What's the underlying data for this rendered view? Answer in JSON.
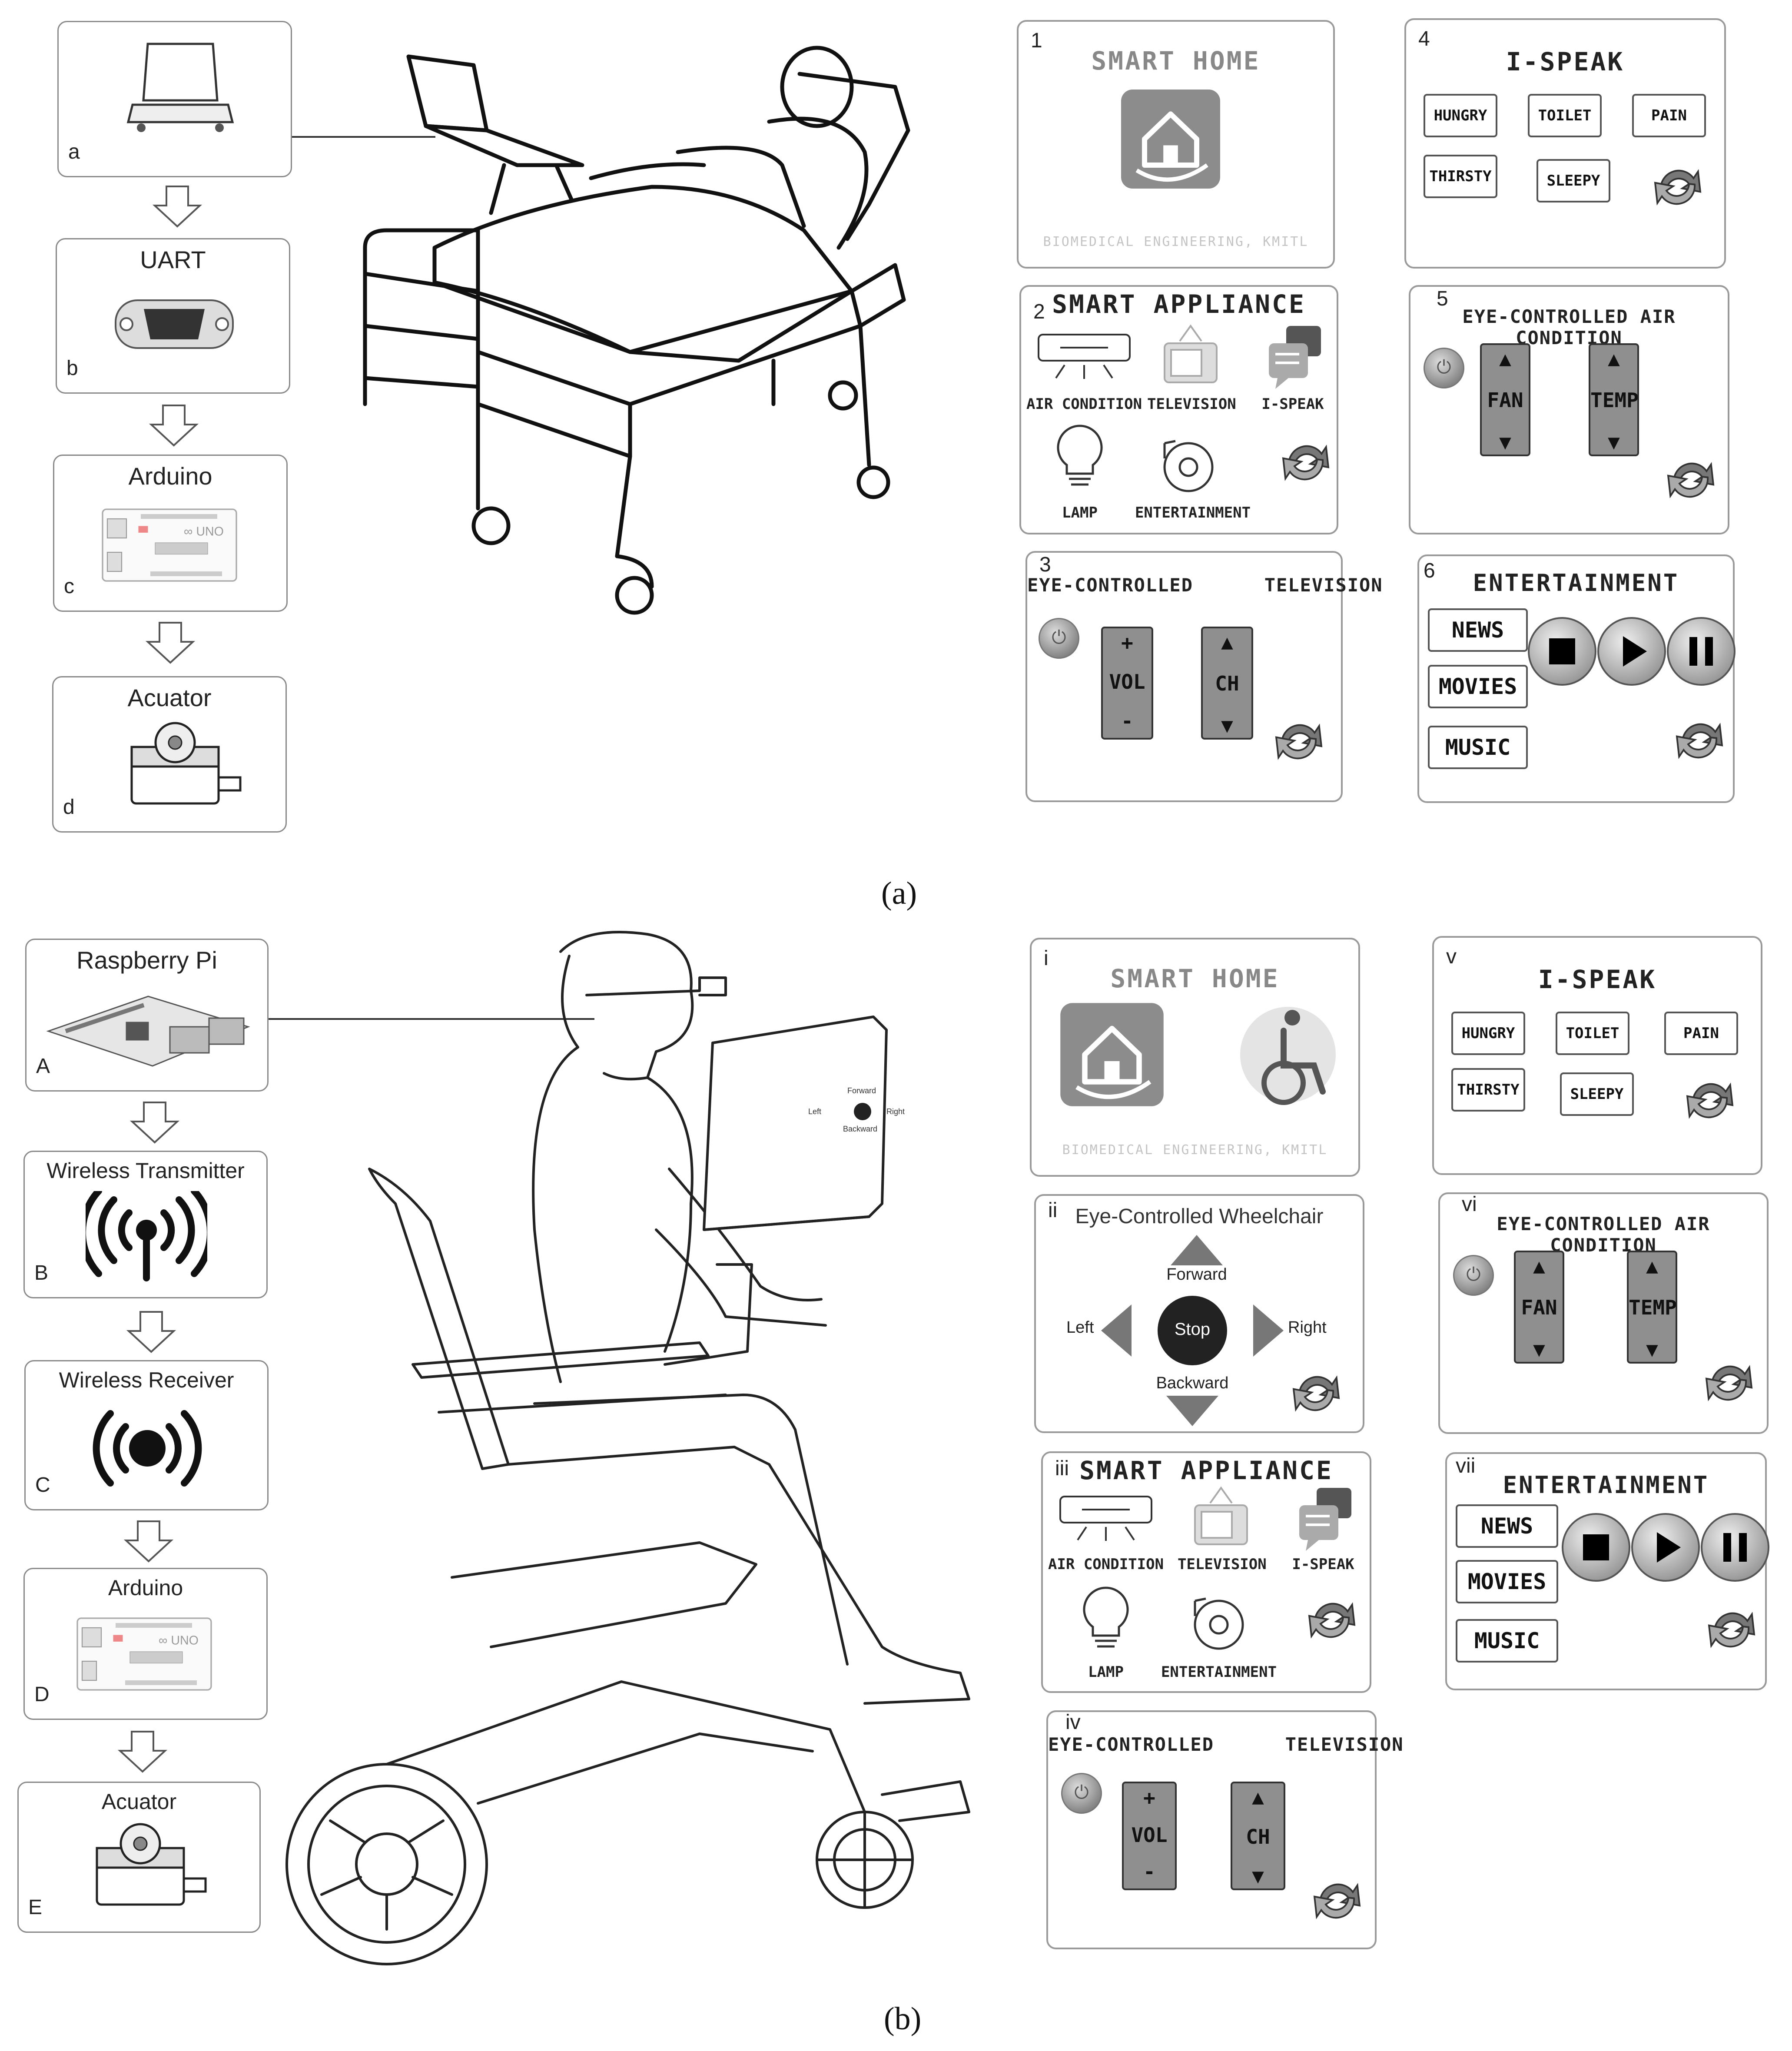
{
  "part_a": {
    "caption": "(a)",
    "flow": [
      {
        "title": "",
        "letter": "a",
        "icon": "laptop-icon"
      },
      {
        "title": "UART",
        "letter": "b",
        "icon": "serial-port-icon"
      },
      {
        "title": "Arduino",
        "letter": "c",
        "icon": "arduino-board-icon"
      },
      {
        "title": "Acuator",
        "letter": "d",
        "icon": "servo-icon"
      }
    ],
    "panels": {
      "p1": {
        "num": "1",
        "title": "SMART  HOME",
        "footer": "BIOMEDICAL  ENGINEERING,  KMITL"
      },
      "p2": {
        "num": "2",
        "title": "SMART  APPLIANCE",
        "items": [
          "AIR  CONDITION",
          "TELEVISION",
          "I-SPEAK",
          "LAMP",
          "ENTERTAINMENT"
        ]
      },
      "p3": {
        "num": "3",
        "title": "EYE-CONTROLLED      TELEVISION",
        "vol_plus": "+",
        "vol": "VOL",
        "vol_minus": "-",
        "ch": "CH"
      },
      "p4": {
        "num": "4",
        "title": "I-SPEAK",
        "buttons": [
          "HUNGRY",
          "TOILET",
          "PAIN",
          "THIRSTY",
          "SLEEPY"
        ]
      },
      "p5": {
        "num": "5",
        "title": "EYE-CONTROLLED AIR  CONDITION",
        "fan": "FAN",
        "temp": "TEMP"
      },
      "p6": {
        "num": "6",
        "title": "ENTERTAINMENT",
        "buttons": [
          "NEWS",
          "MOVIES",
          "MUSIC"
        ]
      }
    }
  },
  "part_b": {
    "caption": "(b)",
    "flow": [
      {
        "title": "Raspberry Pi",
        "letter": "A",
        "icon": "raspberry-pi-icon"
      },
      {
        "title": "Wireless Transmitter",
        "letter": "B",
        "icon": "wireless-transmitter-icon"
      },
      {
        "title": "Wireless Receiver",
        "letter": "C",
        "icon": "wireless-receiver-icon"
      },
      {
        "title": "Arduino",
        "letter": "D",
        "icon": "arduino-board-icon"
      },
      {
        "title": "Acuator",
        "letter": "E",
        "icon": "servo-icon"
      }
    ],
    "monitor": {
      "forward": "Forward",
      "left": "Left",
      "right": "Right",
      "backward": "Backward"
    },
    "panels": {
      "i": {
        "num": "i",
        "title": "SMART  HOME",
        "footer": "BIOMEDICAL  ENGINEERING,  KMITL"
      },
      "ii": {
        "num": "ii",
        "title": "Eye-Controlled Wheelchair",
        "forward": "Forward",
        "left": "Left",
        "stop": "Stop",
        "right": "Right",
        "backward": "Backward"
      },
      "iii": {
        "num": "iii",
        "title": "SMART  APPLIANCE",
        "items": [
          "AIR  CONDITION",
          "TELEVISION",
          "I-SPEAK",
          "LAMP",
          "ENTERTAINMENT"
        ]
      },
      "iv": {
        "num": "iv",
        "title": "EYE-CONTROLLED      TELEVISION",
        "vol_plus": "+",
        "vol": "VOL",
        "vol_minus": "-",
        "ch": "CH"
      },
      "v": {
        "num": "v",
        "title": "I-SPEAK",
        "buttons": [
          "HUNGRY",
          "TOILET",
          "PAIN",
          "THIRSTY",
          "SLEEPY"
        ]
      },
      "vi": {
        "num": "vi",
        "title": "EYE-CONTROLLED AIR  CONDITION",
        "fan": "FAN",
        "temp": "TEMP"
      },
      "vii": {
        "num": "vii",
        "title": "ENTERTAINMENT",
        "buttons": [
          "NEWS",
          "MOVIES",
          "MUSIC"
        ]
      }
    }
  }
}
